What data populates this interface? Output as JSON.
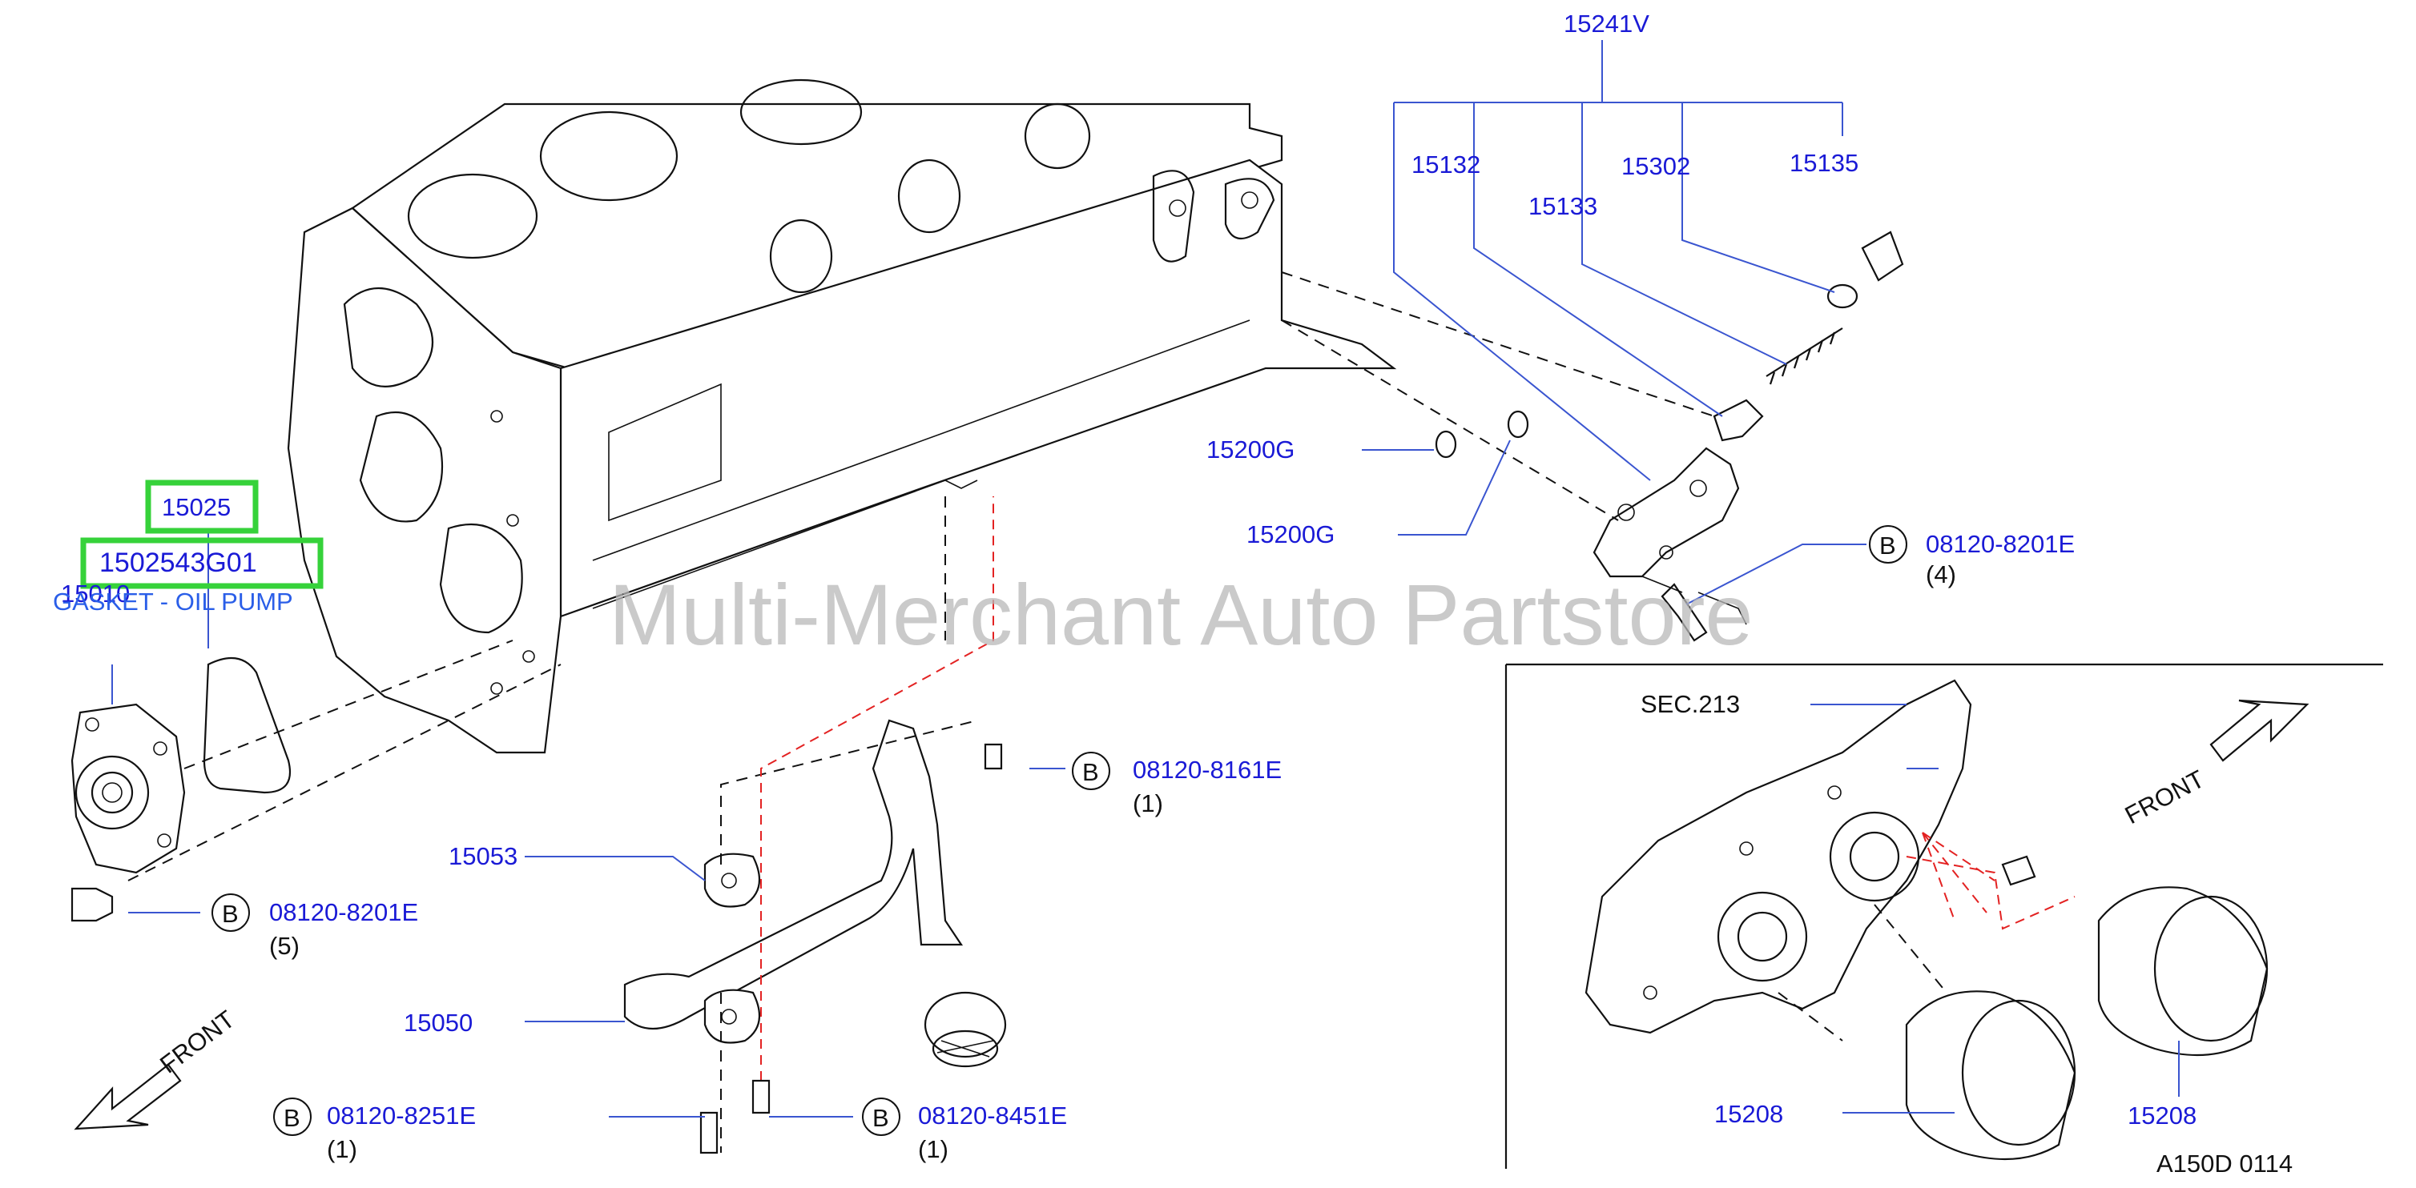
{
  "watermark": "Multi-Merchant Auto Partstore",
  "diagram_code": "A150D  0114",
  "front_label": "FRONT",
  "bolt_marker": "B",
  "highlight_color": "#36d23a",
  "part_number_color": "#1a1ad6",
  "parts": {
    "p15241v": "15241V",
    "p15132": "15132",
    "p15133": "15133",
    "p15302": "15302",
    "p15135": "15135",
    "p15200g_a": "15200G",
    "p15200g_b": "15200G",
    "p15025": "15025",
    "p15010": "15010",
    "p15053": "15053",
    "p15050": "15050",
    "p15208_a": "15208",
    "p15208_b": "15208",
    "sec213": "SEC.213"
  },
  "highlight": {
    "part_number": "1502543G01",
    "description": "GASKET - OIL PUMP"
  },
  "bolts": [
    {
      "number": "08120-8201E",
      "qty": "(4)"
    },
    {
      "number": "08120-8161E",
      "qty": "(1)"
    },
    {
      "number": "08120-8201E",
      "qty": "(5)"
    },
    {
      "number": "08120-8251E",
      "qty": "(1)"
    },
    {
      "number": "08120-8451E",
      "qty": "(1)"
    }
  ]
}
